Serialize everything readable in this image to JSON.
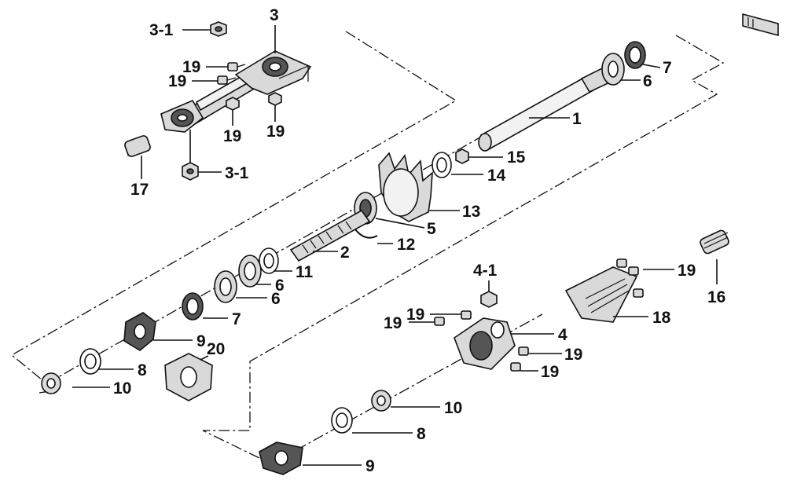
{
  "diagram": {
    "callouts": [
      {
        "id": "c1",
        "text": "1"
      },
      {
        "id": "c2",
        "text": "2"
      },
      {
        "id": "c3",
        "text": "3"
      },
      {
        "id": "c3-1a",
        "text": "3-1"
      },
      {
        "id": "c3-1b",
        "text": "3-1"
      },
      {
        "id": "c4",
        "text": "4"
      },
      {
        "id": "c4-1",
        "text": "4-1"
      },
      {
        "id": "c5",
        "text": "5"
      },
      {
        "id": "c6a",
        "text": "6"
      },
      {
        "id": "c6b",
        "text": "6"
      },
      {
        "id": "c6c",
        "text": "6"
      },
      {
        "id": "c7a",
        "text": "7"
      },
      {
        "id": "c7b",
        "text": "7"
      },
      {
        "id": "c8a",
        "text": "8"
      },
      {
        "id": "c8b",
        "text": "8"
      },
      {
        "id": "c9a",
        "text": "9"
      },
      {
        "id": "c9b",
        "text": "9"
      },
      {
        "id": "c10a",
        "text": "10"
      },
      {
        "id": "c10b",
        "text": "10"
      },
      {
        "id": "c11",
        "text": "11"
      },
      {
        "id": "c12",
        "text": "12"
      },
      {
        "id": "c13",
        "text": "13"
      },
      {
        "id": "c14",
        "text": "14"
      },
      {
        "id": "c15",
        "text": "15"
      },
      {
        "id": "c16",
        "text": "16"
      },
      {
        "id": "c17",
        "text": "17"
      },
      {
        "id": "c18",
        "text": "18"
      },
      {
        "id": "c19a",
        "text": "19"
      },
      {
        "id": "c19b",
        "text": "19"
      },
      {
        "id": "c19c",
        "text": "19"
      },
      {
        "id": "c19d",
        "text": "19"
      },
      {
        "id": "c19e",
        "text": "19"
      },
      {
        "id": "c19f",
        "text": "19"
      },
      {
        "id": "c19g",
        "text": "19"
      },
      {
        "id": "c19h",
        "text": "19"
      },
      {
        "id": "c19i",
        "text": "19"
      },
      {
        "id": "c20",
        "text": "20"
      }
    ]
  }
}
